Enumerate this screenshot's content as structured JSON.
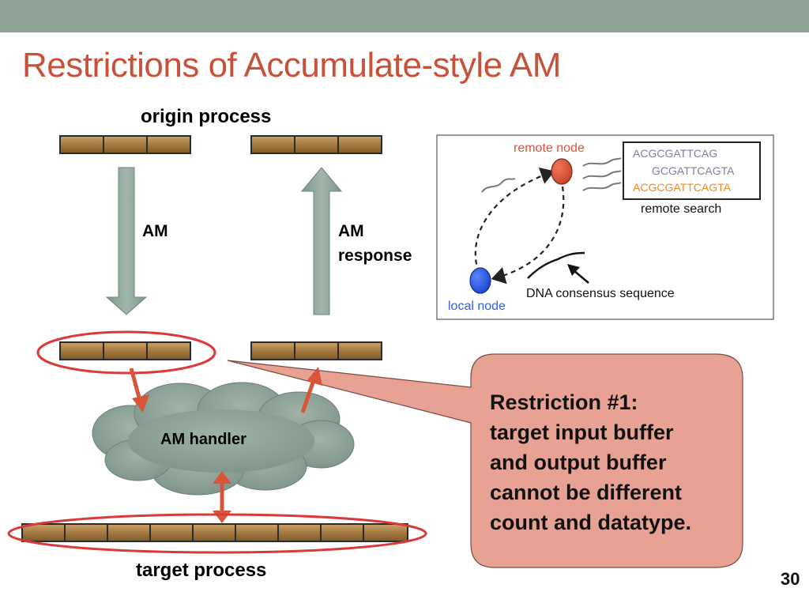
{
  "slide": {
    "title": "Restrictions of Accumulate-style AM",
    "page_number": "30"
  },
  "labels": {
    "origin_process": "origin process",
    "target_process": "target process",
    "am": "AM",
    "am_response_line1": "AM",
    "am_response_line2": "response",
    "am_handler": "AM handler"
  },
  "inset": {
    "remote_node": "remote node",
    "local_node": "local node",
    "sequences": [
      "ACGCGATTCAG",
      "GCGATTCAGTA",
      "ACGCGATTCAGTA"
    ],
    "remote_search": "remote search",
    "dna_consensus": "DNA consensus sequence"
  },
  "callout": {
    "text_lines": [
      "Restriction #1:",
      "target input buffer",
      "and output buffer",
      "cannot be different",
      "count and datatype."
    ]
  },
  "colors": {
    "title": "#c8513a",
    "top_bar": "#8fa397",
    "buffer_fill": "#a5793f",
    "arrow": "#8fa397",
    "highlight": "#d93a3a",
    "callout_fill": "#e8a294",
    "remote_node": "#d9553a",
    "local_node": "#2f5ff0",
    "orange_text": "#f08c1e",
    "gray_text": "#7f7fa6"
  }
}
